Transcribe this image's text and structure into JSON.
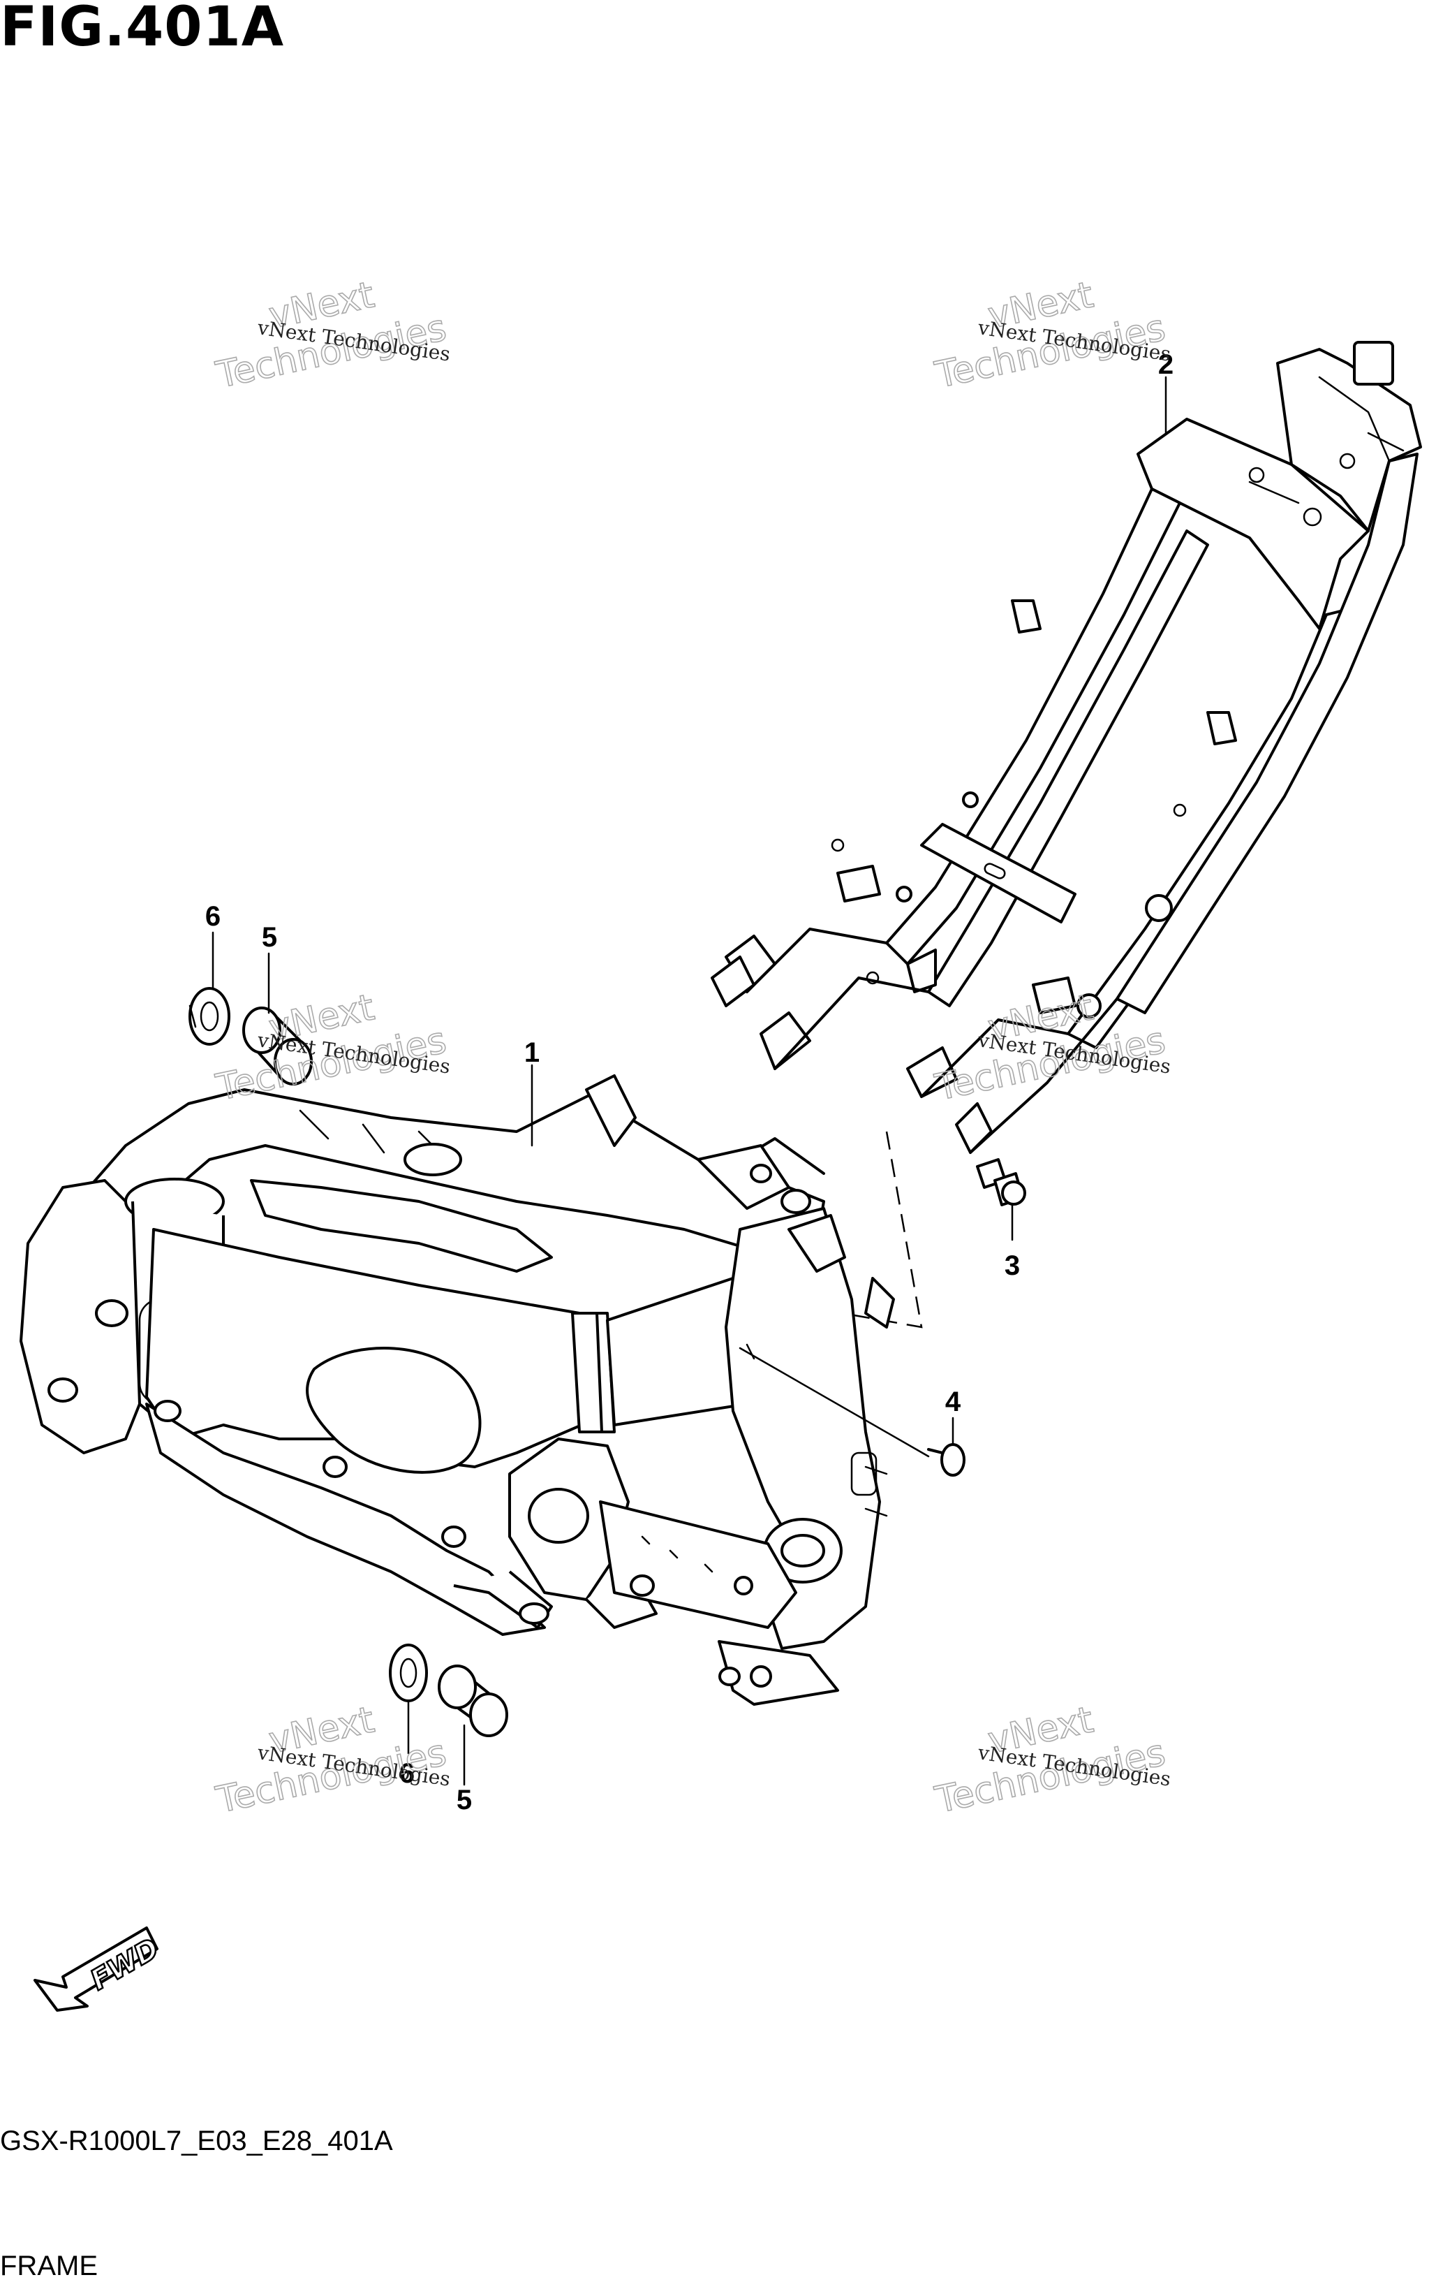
{
  "figure": {
    "title": "FIG.401A",
    "code": "GSX-R1000L7_E03_E28_401A",
    "caption": "FRAME"
  },
  "callouts": [
    {
      "id": "frame-main",
      "number": "1"
    },
    {
      "id": "seat-rail",
      "number": "2"
    },
    {
      "id": "rail-bolt",
      "number": "3"
    },
    {
      "id": "frame-plug",
      "number": "4"
    },
    {
      "id": "spacer-upper",
      "number": "5"
    },
    {
      "id": "washer-upper",
      "number": "6"
    },
    {
      "id": "spacer-lower",
      "number": "5"
    },
    {
      "id": "washer-lower",
      "number": "6"
    }
  ],
  "watermark": {
    "small_text": "vNext Technologies",
    "big_line1": "vNext",
    "big_line2": "Technologies"
  },
  "fwd_label": "FWD",
  "colors": {
    "ink": "#000000",
    "background": "#ffffff",
    "watermark": "#aaaaaa"
  }
}
